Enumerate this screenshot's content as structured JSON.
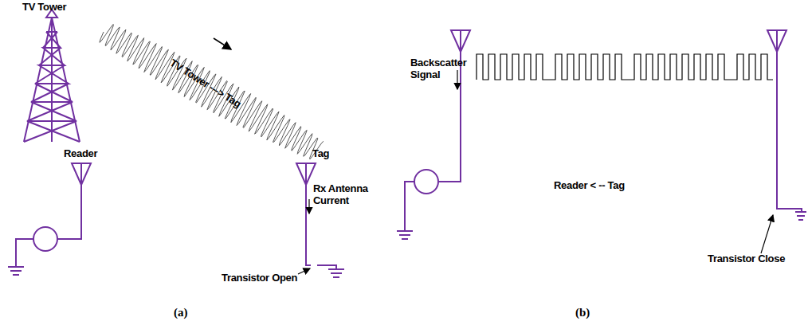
{
  "diagram": {
    "labels": [
      "TV Tower",
      "TV Tower ---> Tag",
      "Reader",
      "Tag",
      "Rx Antenna Current",
      "Transistor Open",
      "(a)",
      "Backscatter Signal",
      "Reader < -- Tag",
      "Transistor Close",
      "(b)"
    ]
  }
}
